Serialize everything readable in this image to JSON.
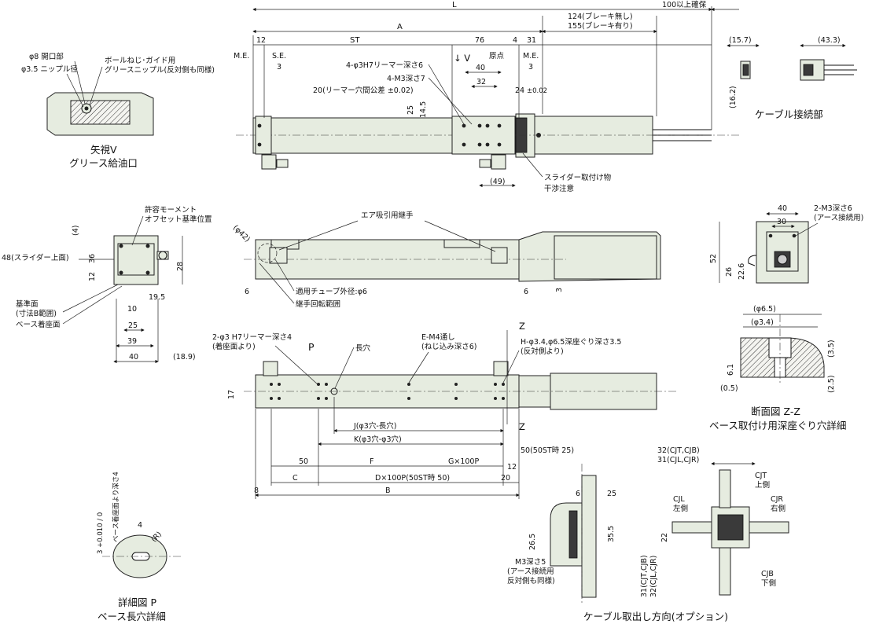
{
  "top_view": {
    "L": "L",
    "A": "A",
    "ST": "ST",
    "d12": "12",
    "d76": "76",
    "d4": "4",
    "d31": "31",
    "brake_none": "124(ブレーキ無し)",
    "brake_with": "155(ブレーキ有り)",
    "min_clear": "100以上確保",
    "me_left": "M.E.",
    "se": "S.E.",
    "d3a": "3",
    "origin": "原点",
    "me_right": "M.E.",
    "d3b": "3",
    "view_v": "↓ V",
    "reamer": "4-φ3H7リーマー深さ6",
    "m3": "4-M3深さ7",
    "d40": "40",
    "d32": "32",
    "reamer_pitch": "20(リーマー穴間公差 ±0.02)",
    "d24": "24",
    "tol": "±0.02",
    "d25": "25",
    "d145": "14.5",
    "d49": "(49)",
    "slider_note1": "スライダー取付け物",
    "slider_note2": "干渉注意"
  },
  "cable_conn": {
    "d157": "(15.7)",
    "d433": "(43.3)",
    "d162": "(16.2)",
    "title": "ケーブル接続部"
  },
  "view_v": {
    "d8": "φ8 開口部",
    "d35": "φ3.5 ニップル径",
    "nipple1": "ボールねじ･ガイド用",
    "nipple2": "グリースニップル(反対側も同様)",
    "title1": "矢視V",
    "title2": "グリース給油口"
  },
  "side_left": {
    "moment1": "許容モーメント",
    "moment2": "オフセット基準位置",
    "d4": "(4)",
    "d36": "36",
    "d48": "48(スライダー上面)",
    "d12": "12",
    "d28": "28",
    "d195": "19.5",
    "ref1": "基準面",
    "ref2": "(寸法B範囲)",
    "base": "ベース着座面",
    "d10": "10",
    "d25": "25",
    "d39": "39",
    "d40": "40",
    "d189": "(18.9)"
  },
  "front_view": {
    "air": "エア吸引用継手",
    "d42": "(φ42)",
    "d6a": "6",
    "d6b": "6",
    "d3": "3",
    "tube": "適用チューブ外径:φ6",
    "rot": "継手回転範囲"
  },
  "section_zz": {
    "d65": "(φ6.5)",
    "d34": "(φ3.4)",
    "d35": "(3.5)",
    "d61": "6.1",
    "d05": "(0.5)",
    "d25": "(2.5)",
    "title1": "断面図 Z-Z",
    "title2": "ベース取付け用深座ぐり穴詳細"
  },
  "end_view": {
    "d40": "40",
    "d30": "30",
    "m3": "2-M3深さ6",
    "earth": "(アース接続用)",
    "d52": "52",
    "d26": "26",
    "d226": "22.6"
  },
  "bottom_view": {
    "reamer1": "2-φ3 H7リーマー深さ4",
    "reamer2": "(着座面より)",
    "p": "P",
    "slot": "長穴",
    "em4a": "E-M4通し",
    "em4b": "(ねじ込み深さ6)",
    "h1": "H-φ3.4,φ6.5深座ぐり深さ3.5",
    "h2": "(反対側より)",
    "z1": "Z",
    "z2": "Z",
    "d17": "17",
    "j": "J(φ3穴-長穴)",
    "k": "K(φ3穴-φ3穴)",
    "d50": "50",
    "f": "F",
    "g": "G×100P",
    "d50b": "50(50ST時 25)",
    "c": "C",
    "dx": "D×100P(50ST時 50)",
    "d12": "12",
    "d20": "20",
    "d8": "8",
    "b": "B"
  },
  "detail_p": {
    "tol": "3 +0.010 / 0",
    "depth": "ベース着座面より深さ4",
    "d4": "4",
    "r": "(R)",
    "title1": "詳細図 P",
    "title2": "ベース長穴詳細"
  },
  "cable_side": {
    "d6": "6",
    "d25": "25",
    "d265": "26.5",
    "d355": "35.5",
    "m3a": "M3深さ5",
    "m3b": "(アース接続用",
    "m3c": "反対側も同様)"
  },
  "cable_opt": {
    "d32a": "32(CJT,CJB)",
    "d31a": "31(CJL,CJR)",
    "cjt1": "CJT",
    "cjt2": "上側",
    "cjl1": "CJL",
    "cjl2": "左側",
    "cjr1": "CJR",
    "cjr2": "右側",
    "cjb1": "CJB",
    "cjb2": "下側",
    "d22": "22",
    "d31b": "31(CJT,CJB)",
    "d32b": "32(CJL,CJR)",
    "title": "ケーブル取出し方向(オプション)"
  }
}
